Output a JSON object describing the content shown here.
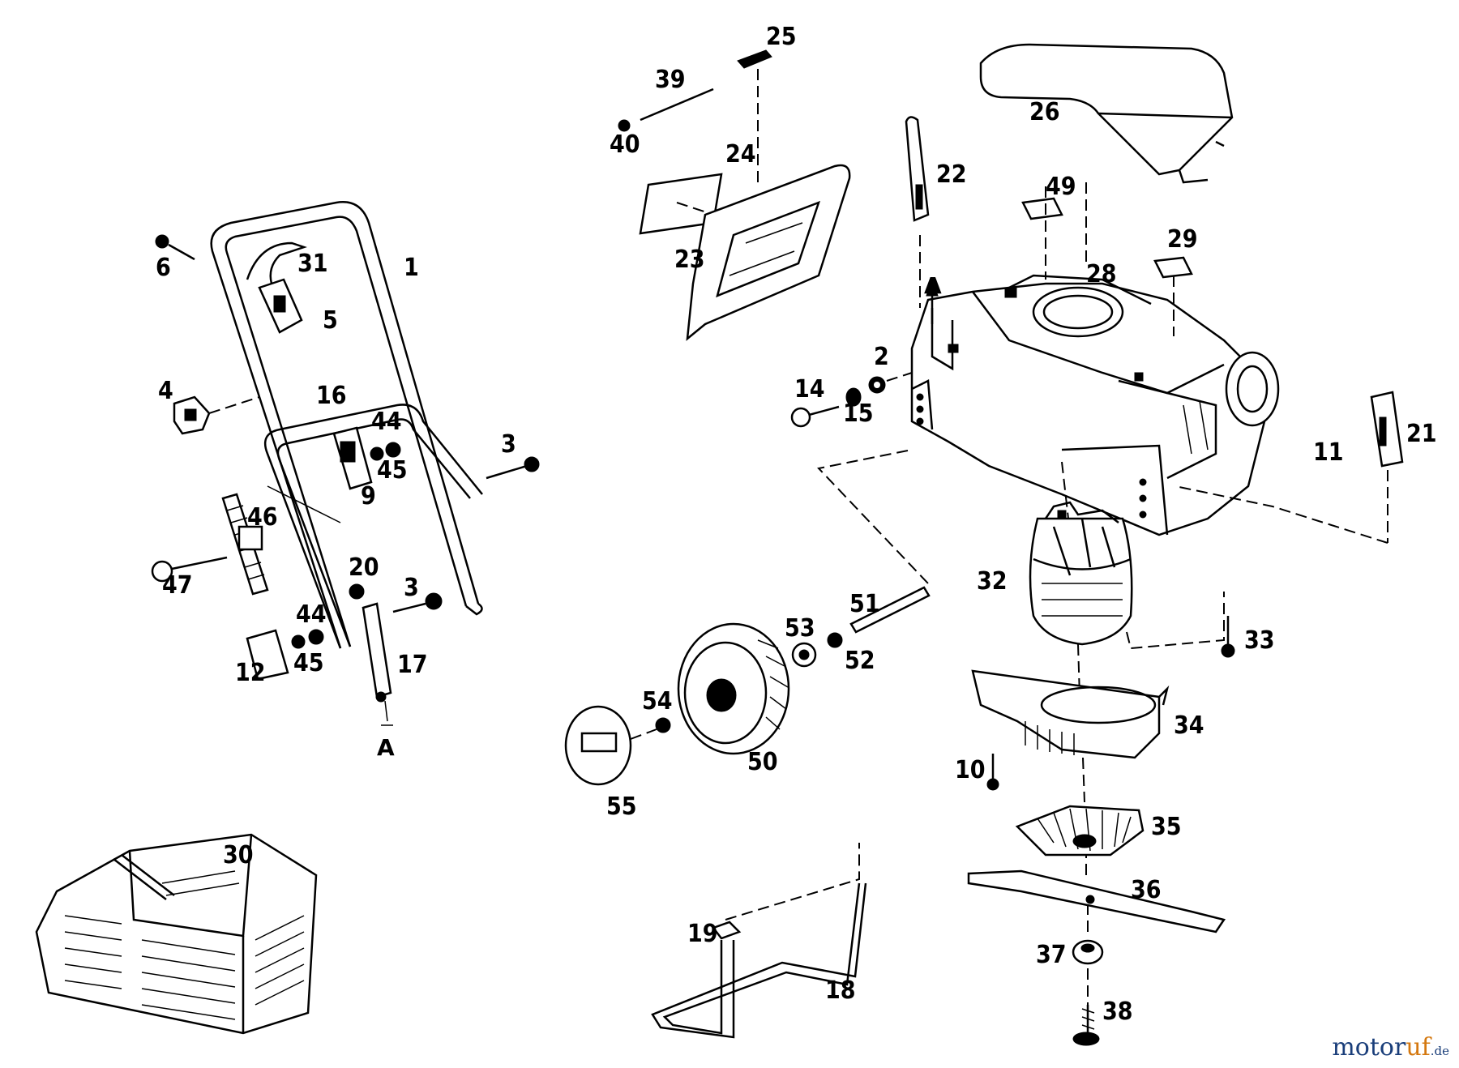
{
  "parts": [
    {
      "id": "1",
      "text": "1"
    },
    {
      "id": "2",
      "text": "2"
    },
    {
      "id": "3a",
      "text": "3"
    },
    {
      "id": "3b",
      "text": "3"
    },
    {
      "id": "4",
      "text": "4"
    },
    {
      "id": "5",
      "text": "5"
    },
    {
      "id": "6",
      "text": "6"
    },
    {
      "id": "9",
      "text": "9"
    },
    {
      "id": "10",
      "text": "10"
    },
    {
      "id": "11",
      "text": "11"
    },
    {
      "id": "12",
      "text": "12"
    },
    {
      "id": "14",
      "text": "14"
    },
    {
      "id": "15",
      "text": "15"
    },
    {
      "id": "16",
      "text": "16"
    },
    {
      "id": "17",
      "text": "17"
    },
    {
      "id": "18",
      "text": "18"
    },
    {
      "id": "19",
      "text": "19"
    },
    {
      "id": "20",
      "text": "20"
    },
    {
      "id": "21",
      "text": "21"
    },
    {
      "id": "22",
      "text": "22"
    },
    {
      "id": "23",
      "text": "23"
    },
    {
      "id": "24",
      "text": "24"
    },
    {
      "id": "25",
      "text": "25"
    },
    {
      "id": "26",
      "text": "26"
    },
    {
      "id": "28",
      "text": "28"
    },
    {
      "id": "29",
      "text": "29"
    },
    {
      "id": "30",
      "text": "30"
    },
    {
      "id": "31",
      "text": "31"
    },
    {
      "id": "32",
      "text": "32"
    },
    {
      "id": "33",
      "text": "33"
    },
    {
      "id": "34",
      "text": "34"
    },
    {
      "id": "35",
      "text": "35"
    },
    {
      "id": "36",
      "text": "36"
    },
    {
      "id": "37",
      "text": "37"
    },
    {
      "id": "38",
      "text": "38"
    },
    {
      "id": "39",
      "text": "39"
    },
    {
      "id": "40",
      "text": "40"
    },
    {
      "id": "44a",
      "text": "44"
    },
    {
      "id": "44b",
      "text": "44"
    },
    {
      "id": "45a",
      "text": "45"
    },
    {
      "id": "45b",
      "text": "45"
    },
    {
      "id": "46",
      "text": "46"
    },
    {
      "id": "47",
      "text": "47"
    },
    {
      "id": "49",
      "text": "49"
    },
    {
      "id": "50",
      "text": "50"
    },
    {
      "id": "51",
      "text": "51"
    },
    {
      "id": "52",
      "text": "52"
    },
    {
      "id": "53",
      "text": "53"
    },
    {
      "id": "54",
      "text": "54"
    },
    {
      "id": "55",
      "text": "55"
    }
  ],
  "refs": {
    "a_bottom": "A",
    "a_top": "A"
  },
  "logo": {
    "name": "motor",
    "accent": "uf",
    "suffix": ".de"
  },
  "colors": {
    "logo_blue": "#1a3e7a",
    "logo_orange": "#d4780f"
  }
}
